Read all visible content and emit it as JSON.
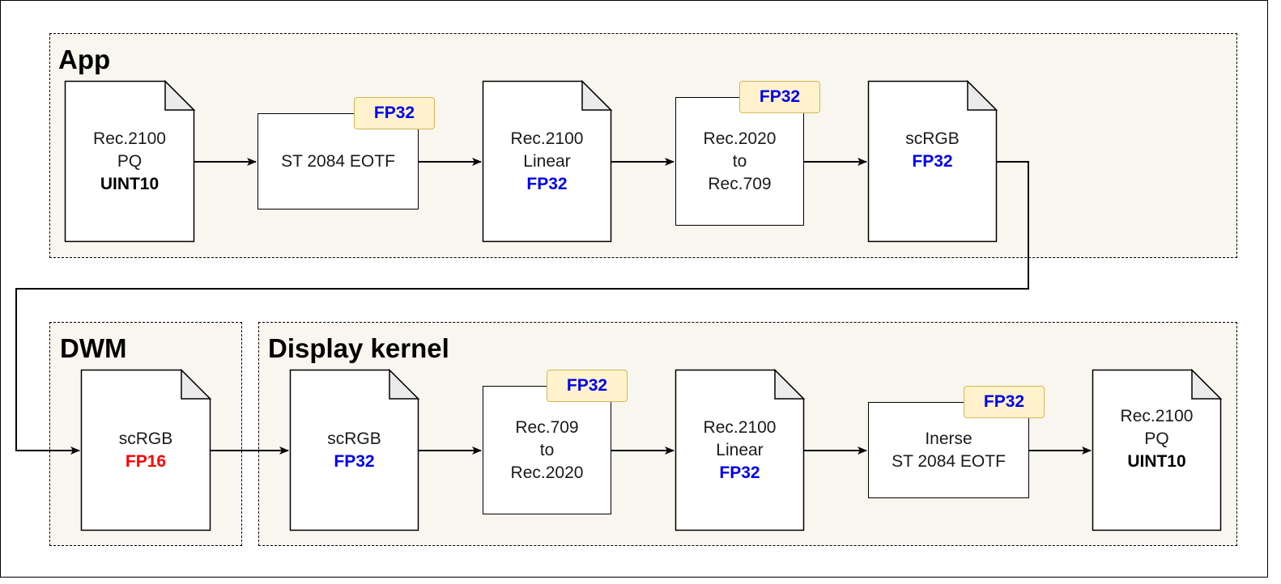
{
  "groups": {
    "app": "App",
    "dwm": "DWM",
    "display_kernel": "Display kernel"
  },
  "nodes": {
    "app_input": {
      "line1": "Rec.2100",
      "line2": "PQ",
      "format": "UINT10"
    },
    "eotf": {
      "label": "ST 2084 EOTF",
      "badge": "FP32"
    },
    "app_linear": {
      "line1": "Rec.2100",
      "line2": "Linear",
      "format": "FP32"
    },
    "gamut_2020_709": {
      "line1": "Rec.2020",
      "line2": "to",
      "line3": "Rec.709",
      "badge": "FP32"
    },
    "app_scrgb": {
      "line1": "scRGB",
      "format": "FP32"
    },
    "dwm_scrgb": {
      "line1": "scRGB",
      "format": "FP16"
    },
    "dk_scrgb": {
      "line1": "scRGB",
      "format": "FP32"
    },
    "gamut_709_2020": {
      "line1": "Rec.709",
      "line2": "to",
      "line3": "Rec.2020",
      "badge": "FP32"
    },
    "dk_linear": {
      "line1": "Rec.2100",
      "line2": "Linear",
      "format": "FP32"
    },
    "inverse_eotf": {
      "line1": "Inerse",
      "line2": "ST 2084 EOTF",
      "badge": "FP32"
    },
    "dk_output": {
      "line1": "Rec.2100",
      "line2": "PQ",
      "format": "UINT10"
    }
  },
  "colors": {
    "group_fill": "#f8f6ef",
    "badge_fill": "#fff2cc",
    "badge_border": "#d6b656",
    "fp32_text": "#0000ee",
    "fp16_text": "#ff0000"
  }
}
